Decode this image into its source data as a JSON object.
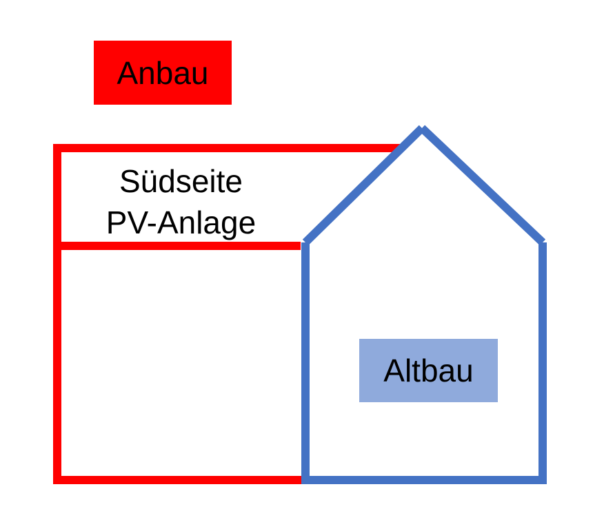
{
  "labels": {
    "anbau": "Anbau",
    "altbau": "Altbau",
    "sued_line1": "Südseite",
    "sued_line2": "PV-Anlage"
  },
  "colors": {
    "anbau": "#FF0000",
    "altbau_outline": "#4472C4",
    "altbau_label_bg": "#8FAADC"
  }
}
